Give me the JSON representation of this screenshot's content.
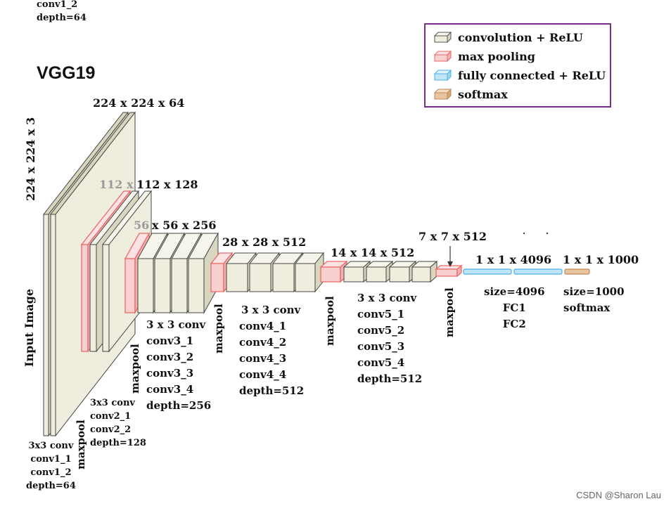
{
  "title": "VGG19",
  "top_clipped": {
    "line1": "conv1_2",
    "line2": "depth=64"
  },
  "legend": [
    {
      "label": "convolution + ReLU",
      "color": "#efedde",
      "stroke": "#555555"
    },
    {
      "label": "max pooling",
      "color": "#f9cfcf",
      "stroke": "#e86a6a"
    },
    {
      "label": "fully connected + ReLU",
      "color": "#bfe6f6",
      "stroke": "#4bb1e6"
    },
    {
      "label": "softmax",
      "color": "#e8c4a0",
      "stroke": "#c08a55"
    }
  ],
  "input_dim": "224 x 224 x 3",
  "input_label": "Input Image",
  "dims": {
    "d1": "224 x 224 x 64",
    "d2_faded": "112 x",
    "d2": "112 x 128",
    "d3_faded": "56",
    "d3": "x 56 x 256",
    "d4": "28 x 28 x 512",
    "d5": "14 x 14 x 512",
    "d6": "7 x 7 x 512",
    "d7": "1 x 1 x 4096",
    "d8": "1 x 1 x 1000"
  },
  "block1": {
    "l1": "3x3 conv",
    "l2": "conv1_1",
    "l3": "conv1_2",
    "l4": "depth=64"
  },
  "block2": {
    "l1": "3x3 conv",
    "l2": "conv2_1",
    "l3": "conv2_2",
    "l4": "depth=128"
  },
  "block3": {
    "l1": "3 x 3 conv",
    "l2": "conv3_1",
    "l3": "conv3_2",
    "l4": "conv3_3",
    "l5": "conv3_4",
    "l6": "depth=256"
  },
  "block4": {
    "l1": "3 x 3 conv",
    "l2": "conv4_1",
    "l3": "conv4_2",
    "l4": "conv4_3",
    "l5": "conv4_4",
    "l6": "depth=512"
  },
  "block5": {
    "l1": "3 x 3 conv",
    "l2": "conv5_1",
    "l3": "conv5_2",
    "l4": "conv5_3",
    "l5": "conv5_4",
    "l6": "depth=512"
  },
  "fc": {
    "size": "size=4096",
    "fc1": "FC1",
    "fc2": "FC2"
  },
  "softmax": {
    "size": "size=1000",
    "label": "softmax"
  },
  "maxpool": "maxpool",
  "watermark": "CSDN @Sharon Lau"
}
